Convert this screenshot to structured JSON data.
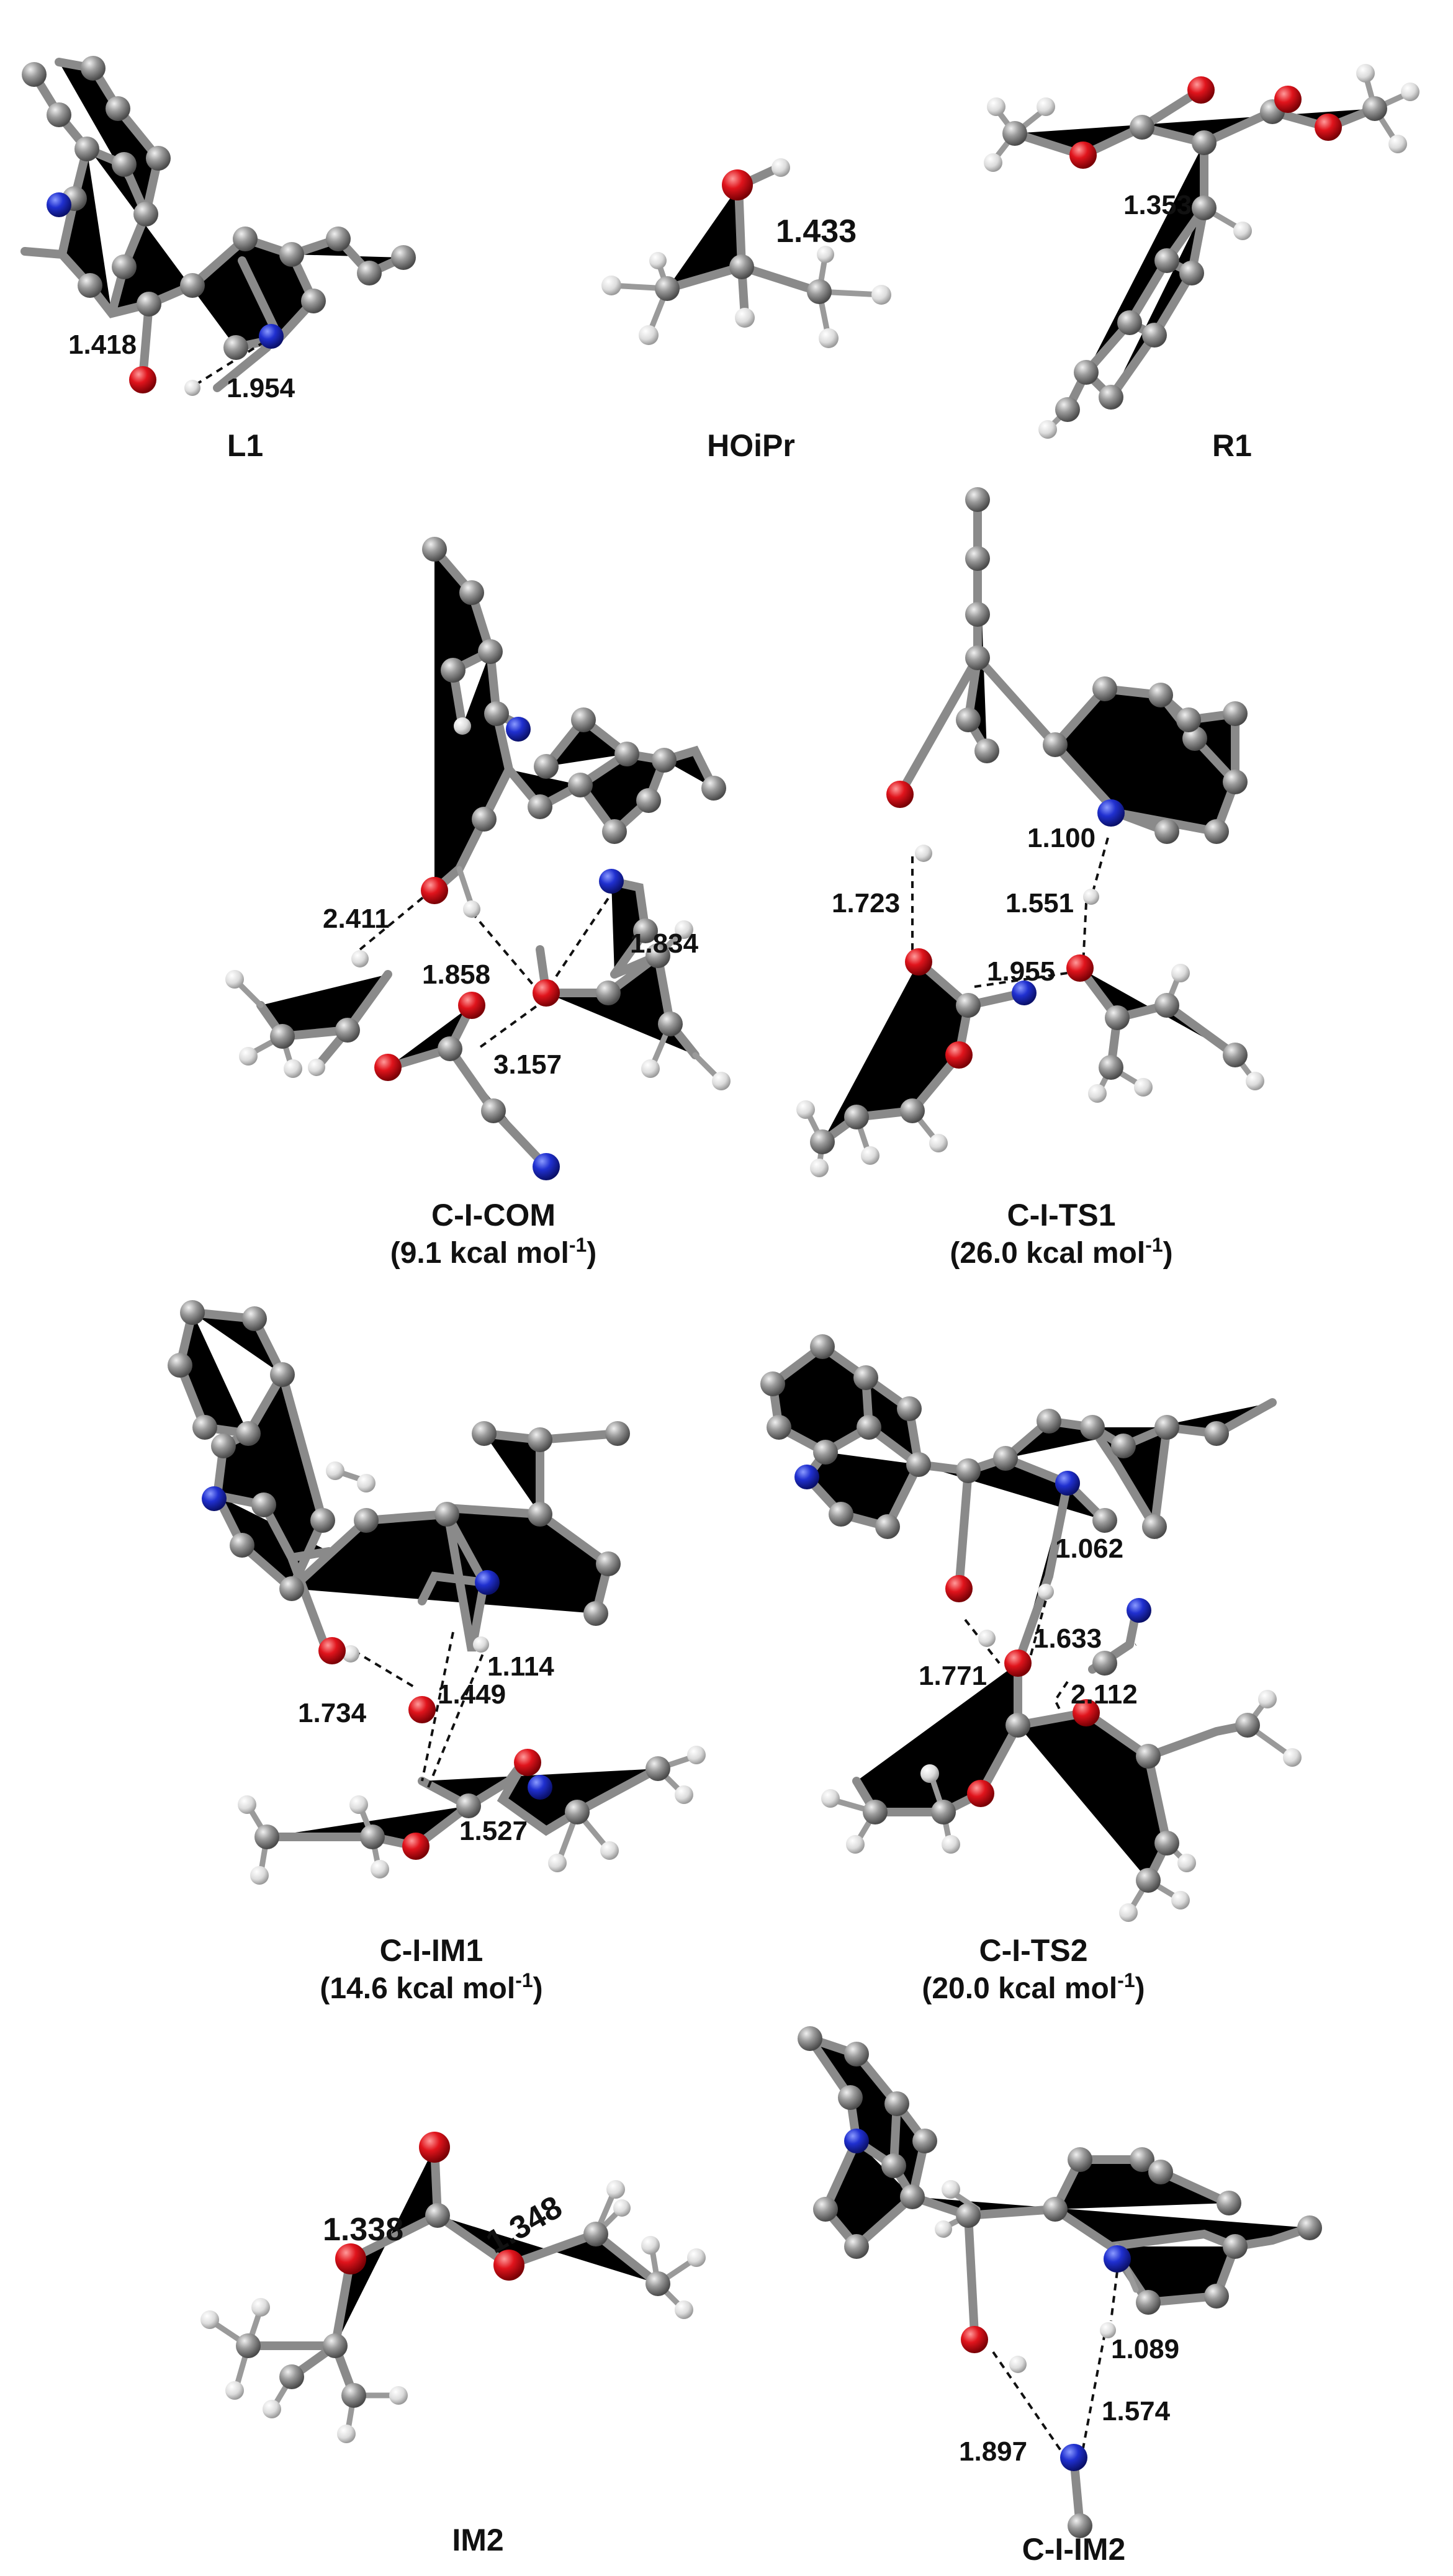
{
  "panels": {
    "L1": {
      "title": "L1",
      "bonds": [
        "1.418",
        "1.954"
      ]
    },
    "HOiPr": {
      "title": "HOiPr",
      "bonds": [
        "1.433"
      ]
    },
    "R1": {
      "title": "R1",
      "bonds": [
        "1.353"
      ]
    },
    "C_I_COM": {
      "title": "C-I-COM",
      "energy_value": "(9.1 kcal mol",
      "energy_sup": "-1",
      "energy_close": ")",
      "bonds": [
        "2.411",
        "1.858",
        "1.834",
        "3.157"
      ]
    },
    "C_I_TS1": {
      "title": "C-I-TS1",
      "energy_value": "(26.0 kcal mol",
      "energy_sup": "-1",
      "energy_close": ")",
      "bonds": [
        "1.100",
        "1.723",
        "1.551",
        "1.955"
      ]
    },
    "C_I_IM1": {
      "title": "C-I-IM1",
      "energy_value": "(14.6 kcal mol",
      "energy_sup": "-1",
      "energy_close": ")",
      "bonds": [
        "1.114",
        "1.734",
        "1.449",
        "1.527"
      ]
    },
    "C_I_TS2": {
      "title": "C-I-TS2",
      "energy_value": "(20.0 kcal mol",
      "energy_sup": "-1",
      "energy_close": ")",
      "bonds": [
        "1.062",
        "1.771",
        "1.633",
        "2.112"
      ]
    },
    "IM2": {
      "title": "IM2",
      "bonds": [
        "1.338",
        "1.348"
      ]
    },
    "C_I_IM2": {
      "title": "C-I-IM2",
      "bonds": [
        "1.089",
        "1.574",
        "1.897"
      ]
    }
  },
  "atom_colors": {
    "carbon": "#8c8c8c",
    "hydrogen": "#e2e2e2",
    "oxygen": "#d9121a",
    "nitrogen": "#1e2fc8"
  },
  "icons": [
    "ball-and-stick-molecule"
  ]
}
